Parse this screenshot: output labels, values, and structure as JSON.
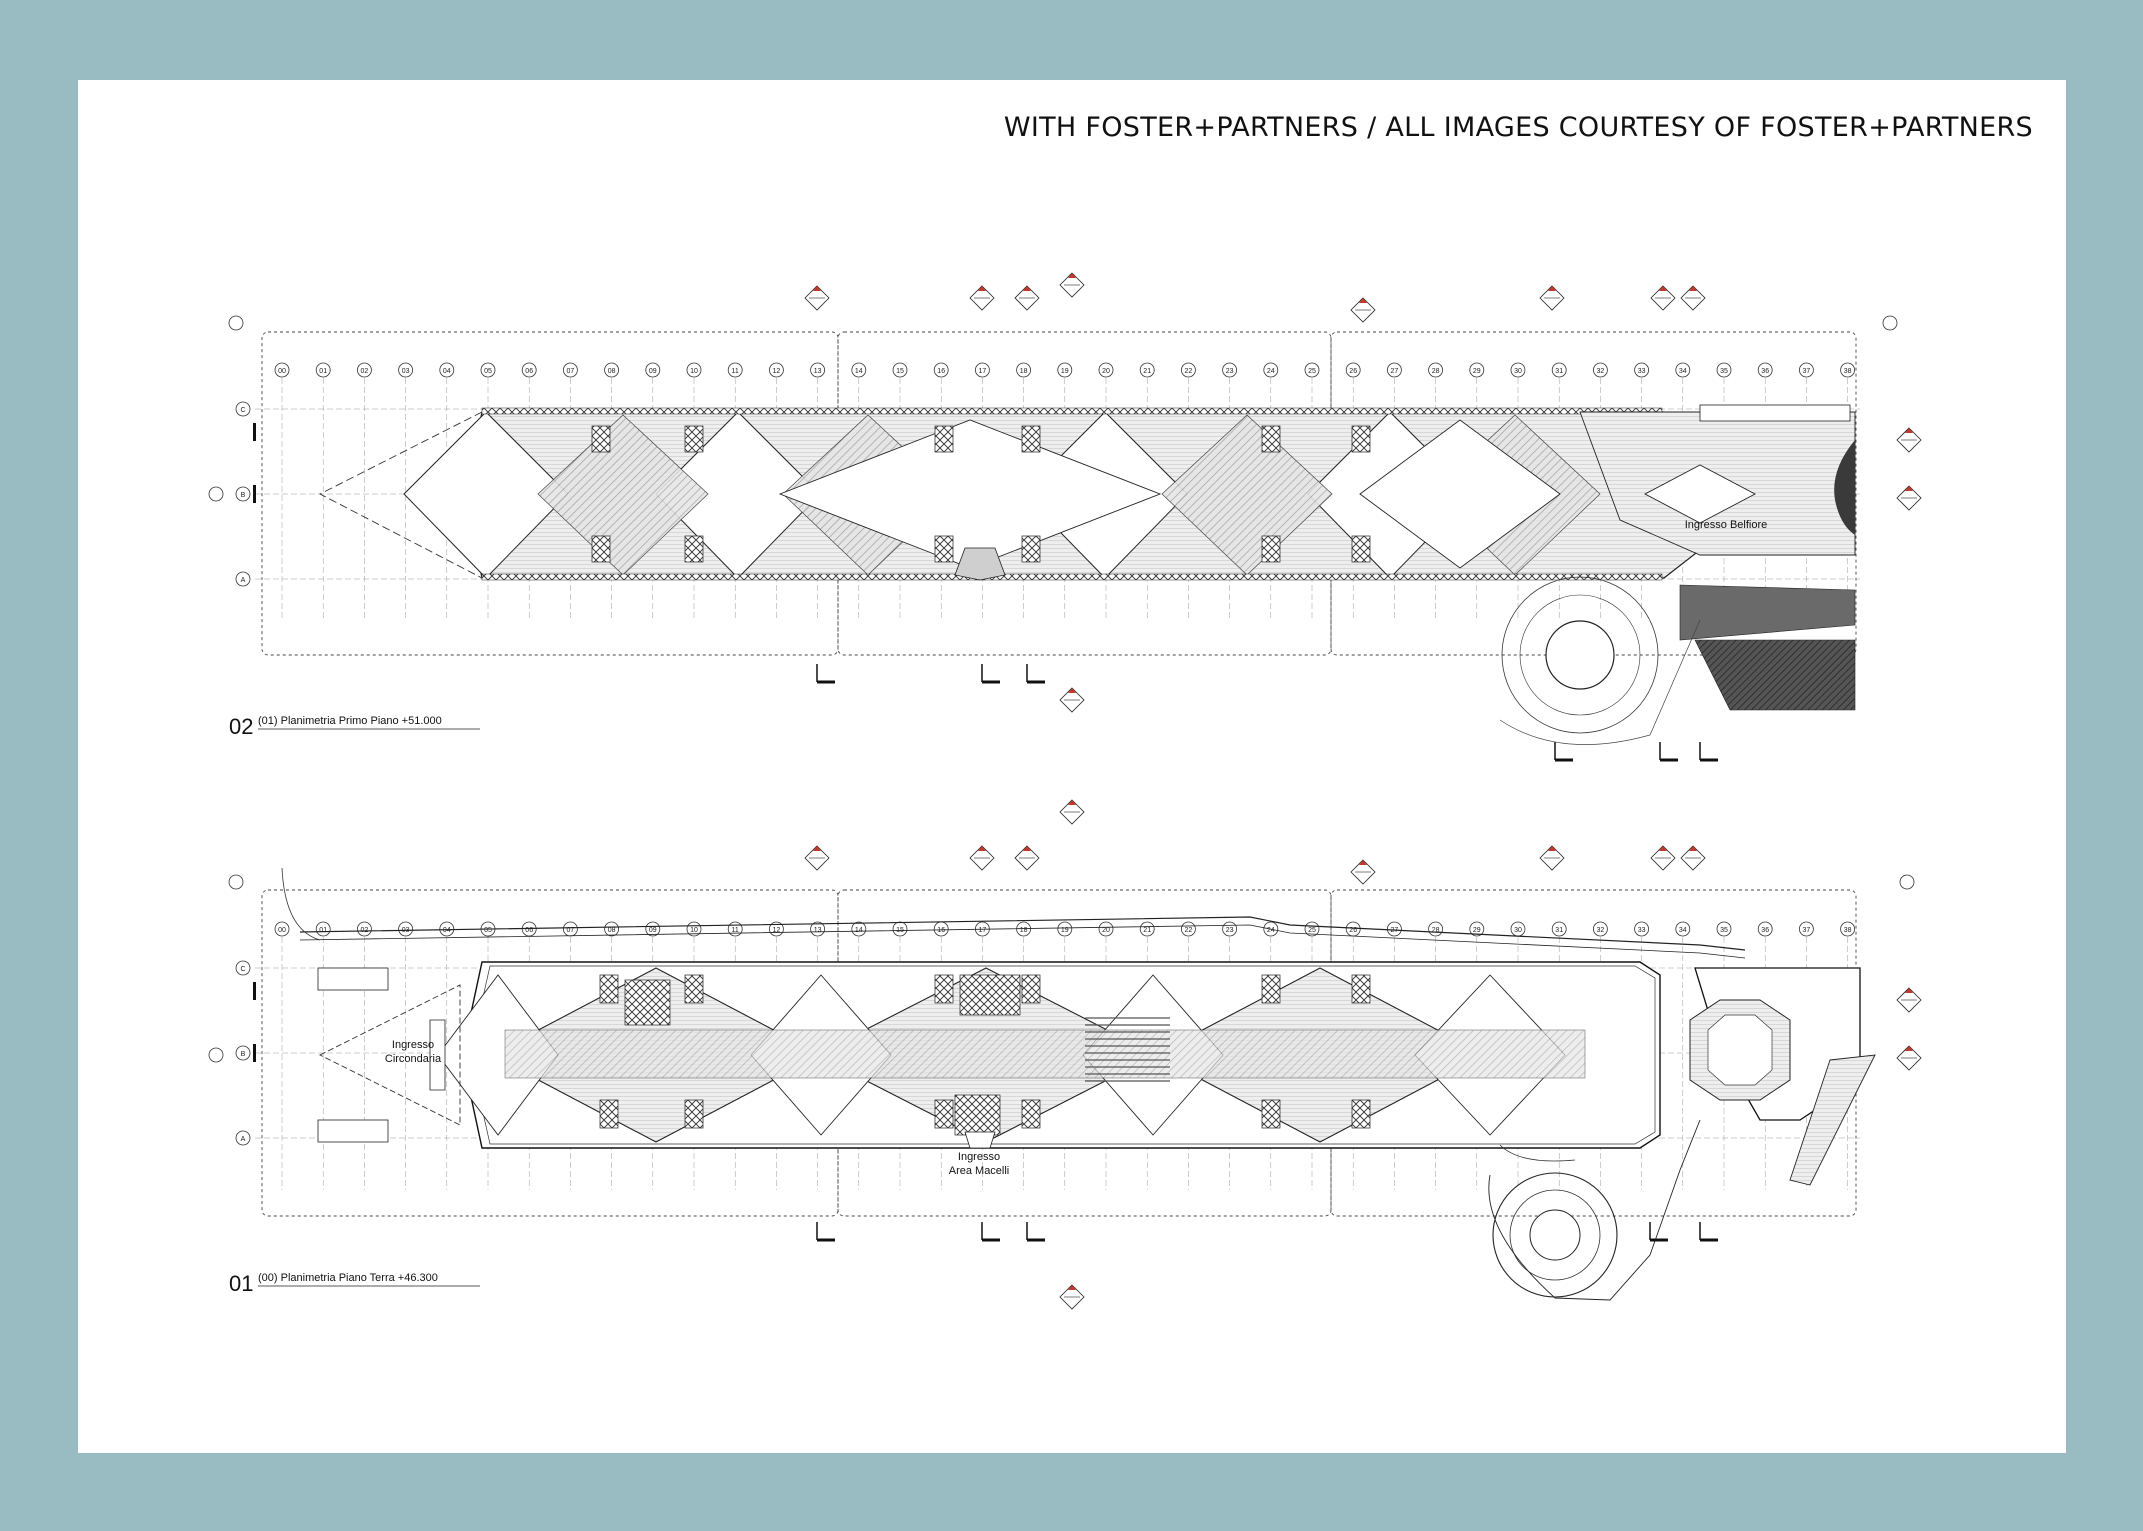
{
  "header": {
    "credit": "WITH FOSTER+PARTNERS / ALL IMAGES COURTESY OF FOSTER+PARTNERS"
  },
  "colors": {
    "border": "#98bcc2",
    "paper": "#ffffff",
    "ink": "#222222",
    "hatch": "#bdbdbd",
    "dark_fill": "#4a4a4a",
    "marker_red": "#c0392b"
  },
  "grid_labels": [
    "00",
    "01",
    "02",
    "03",
    "04",
    "05",
    "06",
    "07",
    "08",
    "09",
    "10",
    "11",
    "12",
    "13",
    "14",
    "15",
    "16",
    "17",
    "18",
    "19",
    "20",
    "21",
    "22",
    "23",
    "24",
    "25",
    "26",
    "27",
    "28",
    "29",
    "30",
    "31",
    "32",
    "33",
    "34",
    "35",
    "36",
    "37",
    "38"
  ],
  "row_labels": [
    "C",
    "B",
    "A"
  ],
  "plans": [
    {
      "number": "02",
      "title": "(01)  Planimetria Primo Piano  +51.000",
      "labels": [
        "Ingresso Belfiore"
      ]
    },
    {
      "number": "01",
      "title": "(00)  Planimetria Piano Terra  +46.300",
      "labels": [
        "Ingresso",
        "Circondaria",
        "Ingresso",
        "Area Macelli"
      ]
    }
  ]
}
